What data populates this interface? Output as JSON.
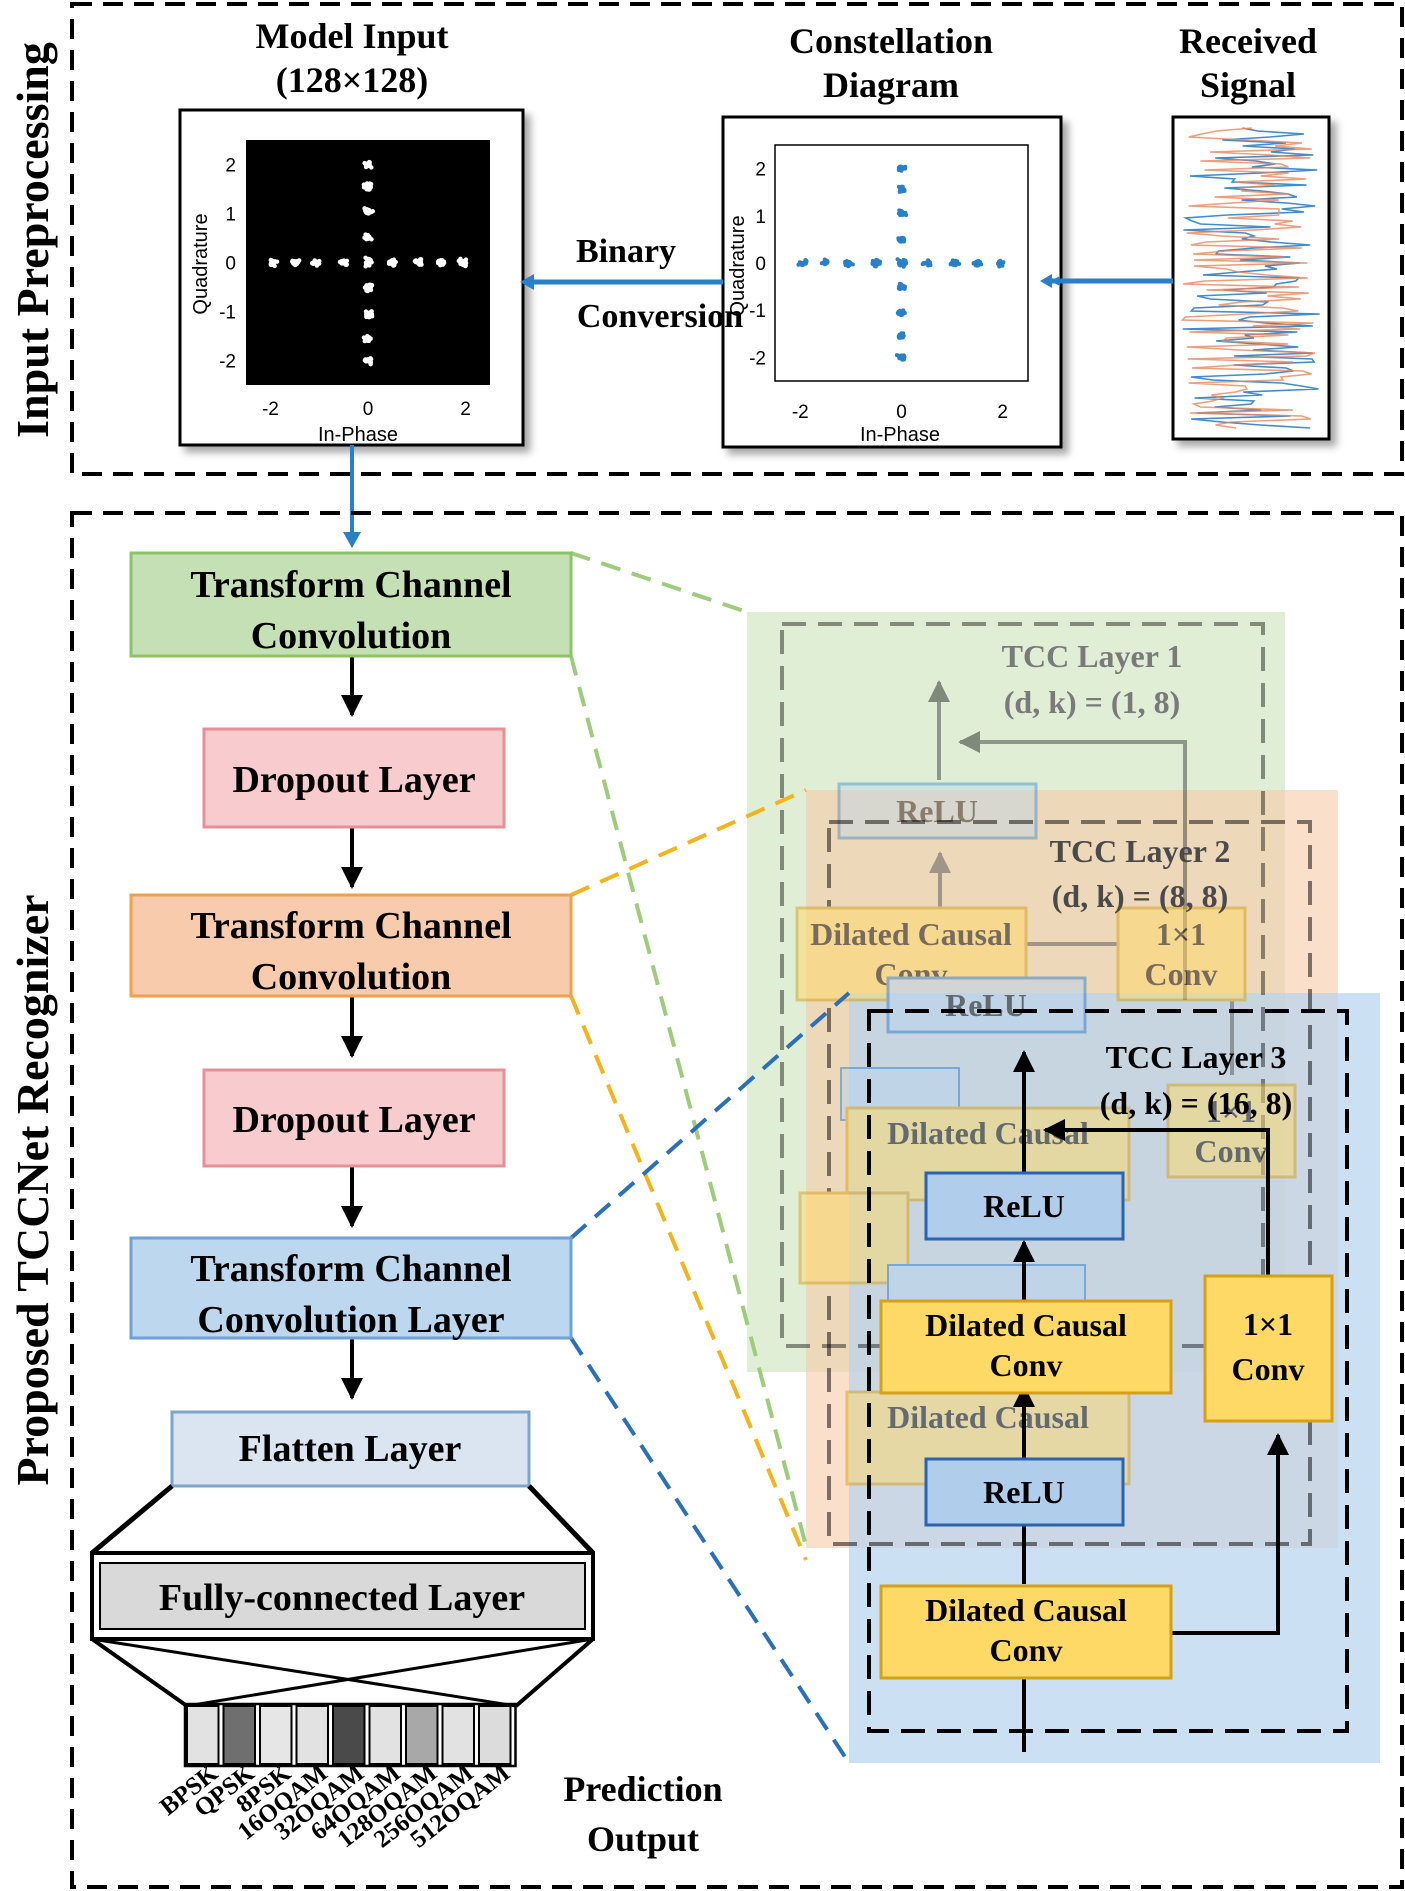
{
  "sections": {
    "preprocessing": "Input Preprocessing",
    "recognizer": "Proposed TCCNet Recognizer"
  },
  "preprocessing": {
    "model_input": {
      "title_line1": "Model Input",
      "title_line2": "(128×128)"
    },
    "constellation": {
      "title_line1": "Constellation",
      "title_line2": "Diagram"
    },
    "received_signal": {
      "title_line1": "Received",
      "title_line2": "Signal"
    },
    "binary_conversion_line1": "Binary",
    "binary_conversion_line2": "Conversion",
    "plot_xlabel": "In-Phase",
    "plot_ylabel": "Quadrature",
    "xticks": [
      "-2",
      "0",
      "2"
    ],
    "yticks": [
      "2",
      "1",
      "0",
      "-1",
      "-2"
    ],
    "signal_colors": [
      "#2a7fc9",
      "#e8875a"
    ]
  },
  "pipeline": {
    "tcc1_line1": "Transform Channel",
    "tcc1_line2": "Convolution",
    "dropout1": "Dropout Layer",
    "tcc2_line1": "Transform Channel",
    "tcc2_line2": "Convolution",
    "dropout2": "Dropout Layer",
    "tcc3_line1": "Transform Channel",
    "tcc3_line2": "Convolution Layer",
    "flatten": "Flatten Layer",
    "fc": "Fully-connected Layer",
    "prediction_line1": "Prediction",
    "prediction_line2": "Output",
    "classes": [
      "BPSK",
      "QPSK",
      "8PSK",
      "16OQAM",
      "32OQAM",
      "64OQAM",
      "128OQAM",
      "256OQAM",
      "512OQAM"
    ],
    "class_shades": [
      "#e2e2e2",
      "#6f6f6f",
      "#e6e6e6",
      "#e2e2e2",
      "#4a4a4a",
      "#e2e2e2",
      "#a8a8a8",
      "#e2e2e2",
      "#dcdcdc"
    ]
  },
  "tcc_layers": {
    "layer1": {
      "title": "TCC Layer 1",
      "params_prefix": "(d, k) = ",
      "params_value": "(1, 8)",
      "color": "#d5e8c8"
    },
    "layer2": {
      "title": "TCC Layer 2",
      "params_prefix": "(d, k) = ",
      "params_value": "(8, 8)",
      "color": "#f7d3b8"
    },
    "layer3": {
      "title": "TCC Layer 3",
      "params_prefix": "(d, k) = ",
      "params_value": "(16, 8)",
      "color": "#c6dcf0"
    },
    "relu": "ReLU",
    "dilated_line1": "Dilated Causal",
    "dilated_line2": "Conv",
    "conv1x1_line1": "1×1",
    "conv1x1_line2": "Conv"
  }
}
